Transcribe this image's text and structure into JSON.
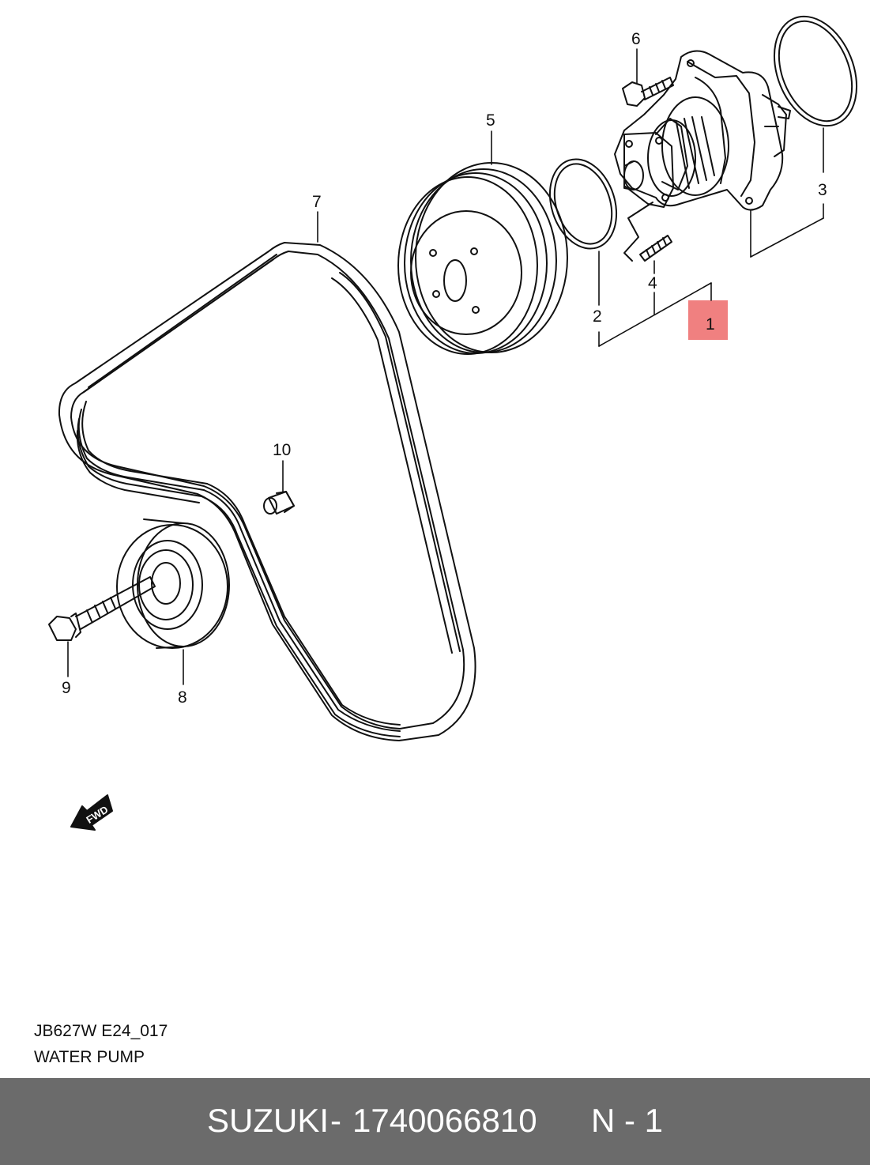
{
  "diagram": {
    "callouts": {
      "c1": "1",
      "c2": "2",
      "c3": "3",
      "c4": "4",
      "c5": "5",
      "c6": "6",
      "c7": "7",
      "c8": "8",
      "c9": "9",
      "c10": "10"
    },
    "fwd_label": "FWD",
    "highlight_color": "#f08080"
  },
  "caption": {
    "code": "JB627W E24_017",
    "title": "WATER PUMP"
  },
  "footer": {
    "brand": "SUZUKI",
    "separator": "-",
    "part_number": "1740066810",
    "quantity": "N - 1",
    "background": "#6b6b6b"
  }
}
